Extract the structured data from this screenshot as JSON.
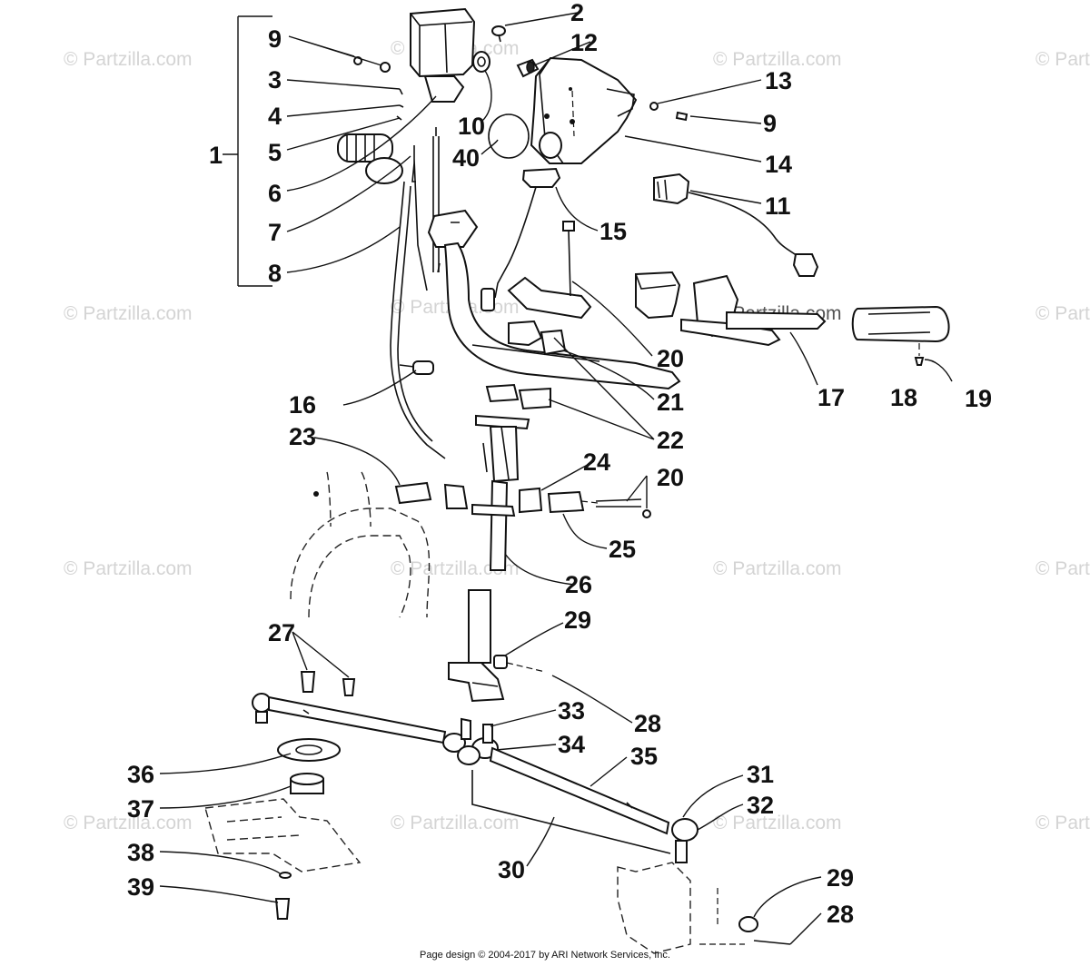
{
  "watermark": "© Partzilla.com",
  "footer": "Page design © 2004-2017 by ARI Network Services, Inc.",
  "callouts": {
    "c1": "1",
    "c2": "2",
    "c3": "3",
    "c4": "4",
    "c5": "5",
    "c6": "6",
    "c7": "7",
    "c8": "8",
    "c9a": "9",
    "c9b": "9",
    "c10": "10",
    "c11": "11",
    "c12": "12",
    "c13": "13",
    "c14": "14",
    "c15": "15",
    "c16": "16",
    "c17": "17",
    "c18": "18",
    "c19": "19",
    "c20a": "20",
    "c20b": "20",
    "c21": "21",
    "c22": "22",
    "c23": "23",
    "c24": "24",
    "c25": "25",
    "c26": "26",
    "c27": "27",
    "c28a": "28",
    "c28b": "28",
    "c29a": "29",
    "c29b": "29",
    "c30": "30",
    "c31": "31",
    "c32": "32",
    "c33": "33",
    "c34": "34",
    "c35": "35",
    "c36": "36",
    "c37": "37",
    "c38": "38",
    "c39": "39",
    "c40": "40"
  }
}
